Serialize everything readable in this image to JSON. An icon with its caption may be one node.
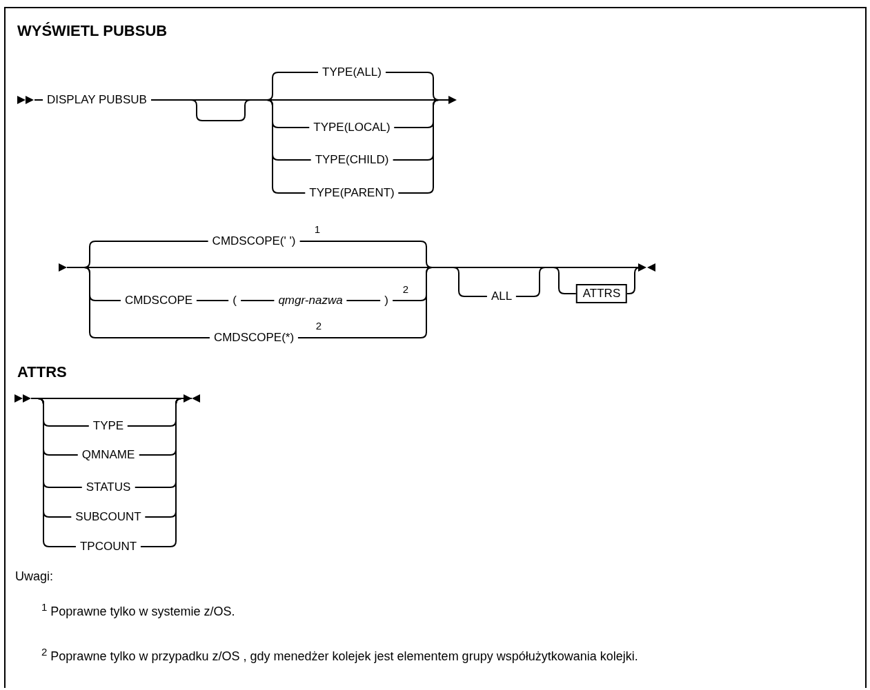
{
  "diagram": {
    "title": "WYŚWIETL PUBSUB",
    "nodes": [
      {
        "text": [
          "ATTRS"
        ]
      }
    ],
    "labels": [
      "DISPLAY PUBSUB",
      "TYPE(ALL)",
      "TYPE(LOCAL)",
      "TYPE(CHILD)",
      "TYPE(PARENT)",
      "CMDSCOPE(' ')",
      "1",
      "CMDSCOPE",
      "(",
      "qmgr-nazwa",
      ")",
      "2",
      "ALL",
      "CMDSCOPE(*)",
      "2",
      "ATTRS",
      "TYPE",
      "QMNAME",
      "STATUS",
      "SUBCOUNT",
      "TPCOUNT",
      "Uwagi:",
      "$^{1}$ Poprawne tylko w systemie z/OS.",
      "$^{2}$ Poprawne tylko w przypadku z/OS , gdy menedżer kolejek jest elementem grupy współużytkowania kolejki."
    ]
  }
}
